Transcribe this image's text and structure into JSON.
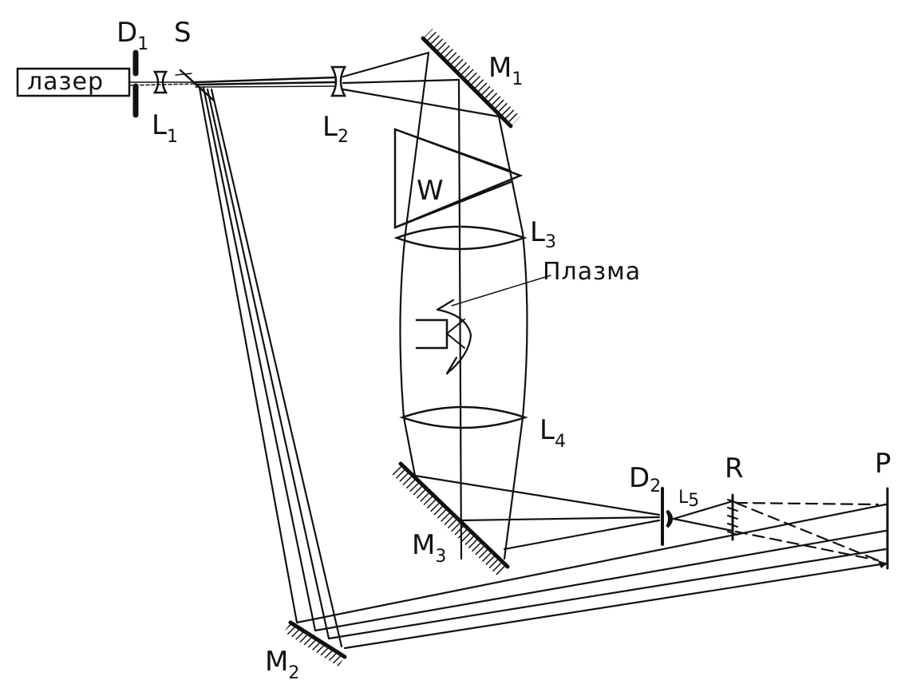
{
  "colors": {
    "ink": "#111111",
    "paper": "#ffffff"
  },
  "labels": {
    "laser": "лазер",
    "plasma": "Плазма",
    "D1": {
      "main": "D",
      "sub": "1"
    },
    "D2": {
      "main": "D",
      "sub": "2"
    },
    "S": "S",
    "L1": {
      "main": "L",
      "sub": "1"
    },
    "L2": {
      "main": "L",
      "sub": "2"
    },
    "L3": {
      "main": "L",
      "sub": "3"
    },
    "L4": {
      "main": "L",
      "sub": "4"
    },
    "L5": {
      "main": "L",
      "sub": "5"
    },
    "M1": {
      "main": "M",
      "sub": "1"
    },
    "M2": {
      "main": "M",
      "sub": "2"
    },
    "M3": {
      "main": "M",
      "sub": "3"
    },
    "W": "W",
    "R": "R",
    "P": "P"
  }
}
